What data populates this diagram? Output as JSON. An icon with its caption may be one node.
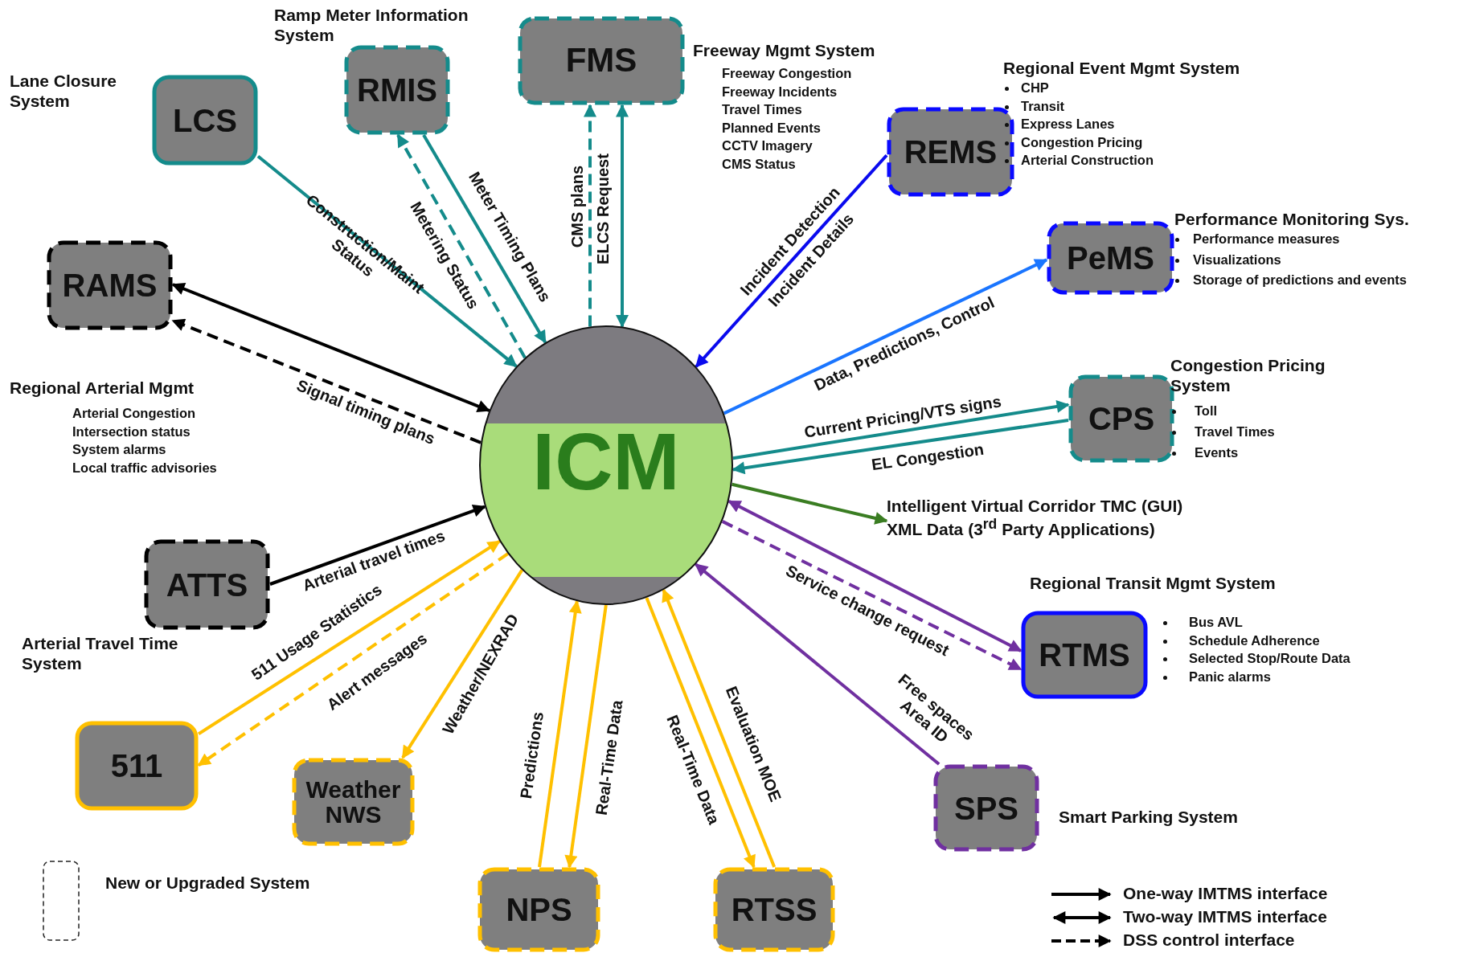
{
  "diagram": {
    "nodes": [
      {
        "text": [
          "ICM"
        ]
      },
      {
        "text": [
          "LCS"
        ],
        "beside": [
          "Lane Closure System"
        ]
      },
      {
        "text": [
          "RMIS"
        ],
        "beside": [
          "Ramp Meter Information System"
        ]
      },
      {
        "text": [
          "FMS"
        ],
        "beside": [
          "Freeway Mgmt System",
          "Freeway Congestion",
          "Freeway Incidents",
          "Travel Times",
          "Planned Events",
          "CCTV Imagery",
          "CMS Status"
        ]
      },
      {
        "text": [
          "REMS"
        ],
        "beside": [
          "Regional Event Mgmt System",
          "CHP",
          "Transit",
          "Express Lanes",
          "Congestion Pricing",
          "Arterial  Construction"
        ]
      },
      {
        "text": [
          "PeMS"
        ],
        "beside": [
          "Performance Monitoring Sys.",
          "Performance measures",
          "Visualizations",
          "Storage of predictions and events"
        ]
      },
      {
        "text": [
          "CPS"
        ],
        "beside": [
          "Congestion Pricing System",
          "Toll",
          "Travel Times",
          "Events"
        ]
      },
      {
        "text": [
          "Intelligent Virtual Corridor TMC (GUI) XML Data (3$^{rd}$ Party Applications)"
        ]
      },
      {
        "text": [
          "RTMS"
        ],
        "beside": [
          "Regional Transit  Mgmt System",
          "Bus AVL",
          "Schedule Adherence",
          "Selected Stop/Route Data",
          "Panic alarms"
        ]
      },
      {
        "text": [
          "SPS"
        ],
        "beside": [
          "Smart Parking System"
        ]
      },
      {
        "text": [
          "RTSS"
        ]
      },
      {
        "text": [
          "NPS"
        ]
      },
      {
        "text": [
          "Weather NWS"
        ]
      },
      {
        "text": [
          "511"
        ]
      },
      {
        "text": [
          "ATTS"
        ],
        "beside": [
          "Arterial Travel Time System"
        ]
      },
      {
        "text": [
          "RAMS"
        ],
        "beside": [
          "Regional Arterial Mgmt",
          "Arterial  Congestion",
          "Intersection status",
          "System alarms",
          "Local traffic advisories"
        ]
      }
    ],
    "edges": [
      {
        "from": 1,
        "to": 0,
        "arrow": "to",
        "label": "Construction/Maint Status",
        "color": "#148b8b"
      },
      {
        "from": 0,
        "to": 2,
        "arrow": "to",
        "label": "Metering Status",
        "style": "dashed",
        "color": "#148b8b"
      },
      {
        "from": 2,
        "to": 0,
        "arrow": "to",
        "label": "Meter Timing Plans",
        "color": "#148b8b"
      },
      {
        "from": 0,
        "to": 3,
        "arrow": "to",
        "label": "CMS plans",
        "style": "dashed",
        "color": "#148b8b"
      },
      {
        "from": 3,
        "to": 0,
        "arrow": "both",
        "label": "ELCS Request",
        "color": "#148b8b"
      },
      {
        "from": 4,
        "to": 0,
        "arrow": "to",
        "label": "Incident Detection Incident Details",
        "color": "#0a0aee"
      },
      {
        "from": 0,
        "to": 5,
        "arrow": "to",
        "label": "Data, Predictions, Control",
        "color": "#1a75ff"
      },
      {
        "from": 0,
        "to": 6,
        "arrow": "to",
        "label": "Current Pricing/VTS signs",
        "color": "#148b8b"
      },
      {
        "from": 6,
        "to": 0,
        "arrow": "to",
        "label": "EL Congestion",
        "color": "#148b8b"
      },
      {
        "from": 0,
        "to": 7,
        "arrow": "to",
        "color": "#3a7d22"
      },
      {
        "from": 8,
        "to": 0,
        "arrow": "both",
        "color": "#7030a0"
      },
      {
        "from": 0,
        "to": 8,
        "arrow": "to",
        "label": "Service change request",
        "style": "dashed",
        "color": "#7030a0"
      },
      {
        "from": 9,
        "to": 0,
        "arrow": "to",
        "label": "Free spaces Area ID",
        "color": "#7030a0"
      },
      {
        "from": 10,
        "to": 0,
        "arrow": "to",
        "label": "Evaluation MOE",
        "color": "#ffc000"
      },
      {
        "from": 0,
        "to": 10,
        "arrow": "to",
        "label": "Real-Time Data",
        "color": "#ffc000"
      },
      {
        "from": 0,
        "to": 11,
        "arrow": "to",
        "label": "Real-Time Data",
        "color": "#ffc000"
      },
      {
        "from": 11,
        "to": 0,
        "arrow": "to",
        "label": "Predictions",
        "color": "#ffc000"
      },
      {
        "from": 0,
        "to": 12,
        "arrow": "to",
        "label": "Weather/NEXRAD",
        "color": "#ffc000"
      },
      {
        "from": 0,
        "to": 13,
        "arrow": "to",
        "label": "Alert messages",
        "style": "dashed",
        "color": "#ffc000"
      },
      {
        "from": 13,
        "to": 0,
        "arrow": "to",
        "label": "511 Usage Statistics",
        "color": "#ffc000"
      },
      {
        "from": 14,
        "to": 0,
        "arrow": "to",
        "label": "Arterial travel times",
        "color": "#000000"
      },
      {
        "from": 15,
        "to": 0,
        "arrow": "both",
        "color": "#000000"
      },
      {
        "from": 0,
        "to": 15,
        "arrow": "to",
        "label": "Signal timing plans",
        "style": "dashed",
        "color": "#000000"
      }
    ],
    "legend": [
      {
        "text": "New or Upgraded System"
      },
      {
        "text": "One-way IMTMS interface"
      },
      {
        "text": "Two-way IMTMS interface"
      },
      {
        "text": "DSS control interface"
      }
    ]
  }
}
